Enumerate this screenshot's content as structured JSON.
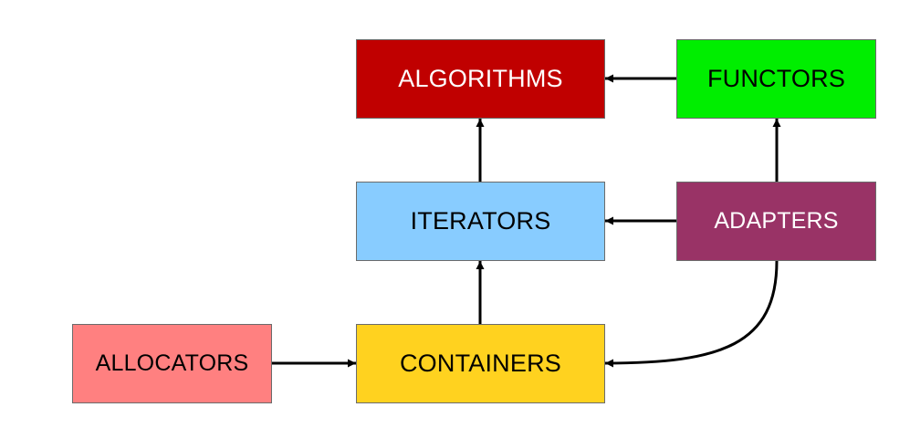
{
  "nodes": {
    "algorithms": {
      "label": "ALGORITHMS",
      "fill": "#c00000",
      "text_color": "#ffffff"
    },
    "functors": {
      "label": "FUNCTORS",
      "fill": "#00ee00",
      "text_color": "#000000"
    },
    "iterators": {
      "label": "ITERATORS",
      "fill": "#88ccff",
      "text_color": "#000000"
    },
    "adapters": {
      "label": "ADAPTERS",
      "fill": "#993366",
      "text_color": "#ffffff"
    },
    "allocators": {
      "label": "ALLOCATORS",
      "fill": "#ff8080",
      "text_color": "#000000"
    },
    "containers": {
      "label": "CONTAINERS",
      "fill": "#ffd21f",
      "text_color": "#000000"
    }
  },
  "edges": [
    {
      "from": "functors",
      "to": "algorithms"
    },
    {
      "from": "iterators",
      "to": "algorithms"
    },
    {
      "from": "adapters",
      "to": "functors"
    },
    {
      "from": "adapters",
      "to": "iterators"
    },
    {
      "from": "containers",
      "to": "iterators"
    },
    {
      "from": "allocators",
      "to": "containers"
    },
    {
      "from": "adapters",
      "to": "containers"
    }
  ],
  "edge_color": "#000000"
}
